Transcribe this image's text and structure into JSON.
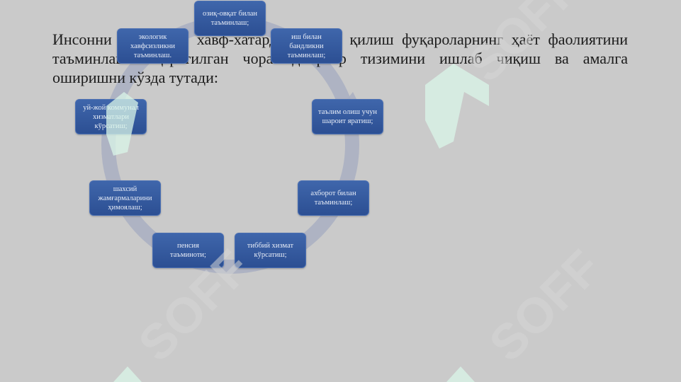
{
  "slide": {
    "paragraph": "Инсонни ижтимоий хавф-хатардан ҳимоя қилиш фуқароларнинг ҳаёт фаолиятини таъминлашга қаратилган чора-тадбирлар тизимини ишлаб чиқиш ва амалга оширишни кўзда тутади:"
  },
  "diagram": {
    "nodes": [
      {
        "id": "food",
        "label": "озиқ-овқат билан\nтаъминлаш;"
      },
      {
        "id": "employment",
        "label": "иш билан\nбандликни\nтаъминлаш;"
      },
      {
        "id": "education",
        "label": "таълим олиш учун\nшароит яратиш;"
      },
      {
        "id": "information",
        "label": "ахборот билан\nтаъминлаш;"
      },
      {
        "id": "medical",
        "label": "тиббий хизмат\nкўрсатиш;"
      },
      {
        "id": "pension",
        "label": "пенсия\nтаъминоти;"
      },
      {
        "id": "savings",
        "label": "шахсий\nжамғармаларини\nҳимоялаш;"
      },
      {
        "id": "housing",
        "label": "уй-жой коммунал\nхизматлари\nкўрсатиш;"
      },
      {
        "id": "ecology",
        "label": "экологик\nхавфсизликни\nтаъминлаш."
      }
    ]
  },
  "watermark": {
    "text": "SOFF"
  },
  "colors": {
    "background": "#cacaca",
    "node_fill": "#2f5597",
    "ring": "#a9afc2",
    "watermark_logo": "#d9f5e8"
  }
}
